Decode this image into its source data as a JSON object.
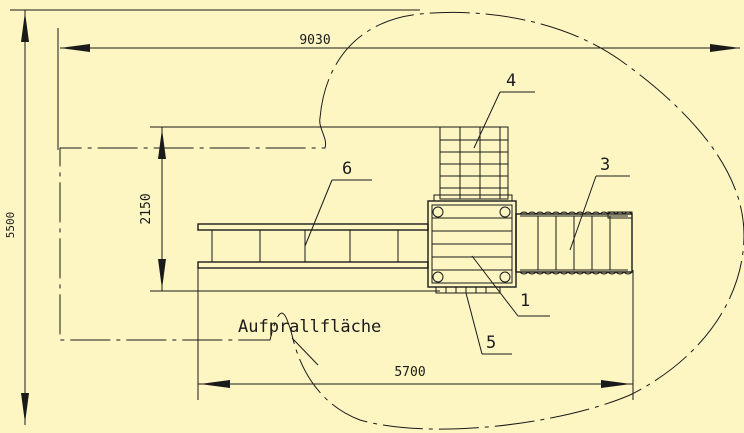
{
  "dimensions": {
    "total_width": "9030",
    "height": "2150",
    "bottom_width": "5700",
    "left_vertical": "5500"
  },
  "labels": {
    "area": "Aufprallfläche"
  },
  "parts": {
    "p1": "1",
    "p3": "3",
    "p4": "4",
    "p5": "5",
    "p6": "6"
  }
}
